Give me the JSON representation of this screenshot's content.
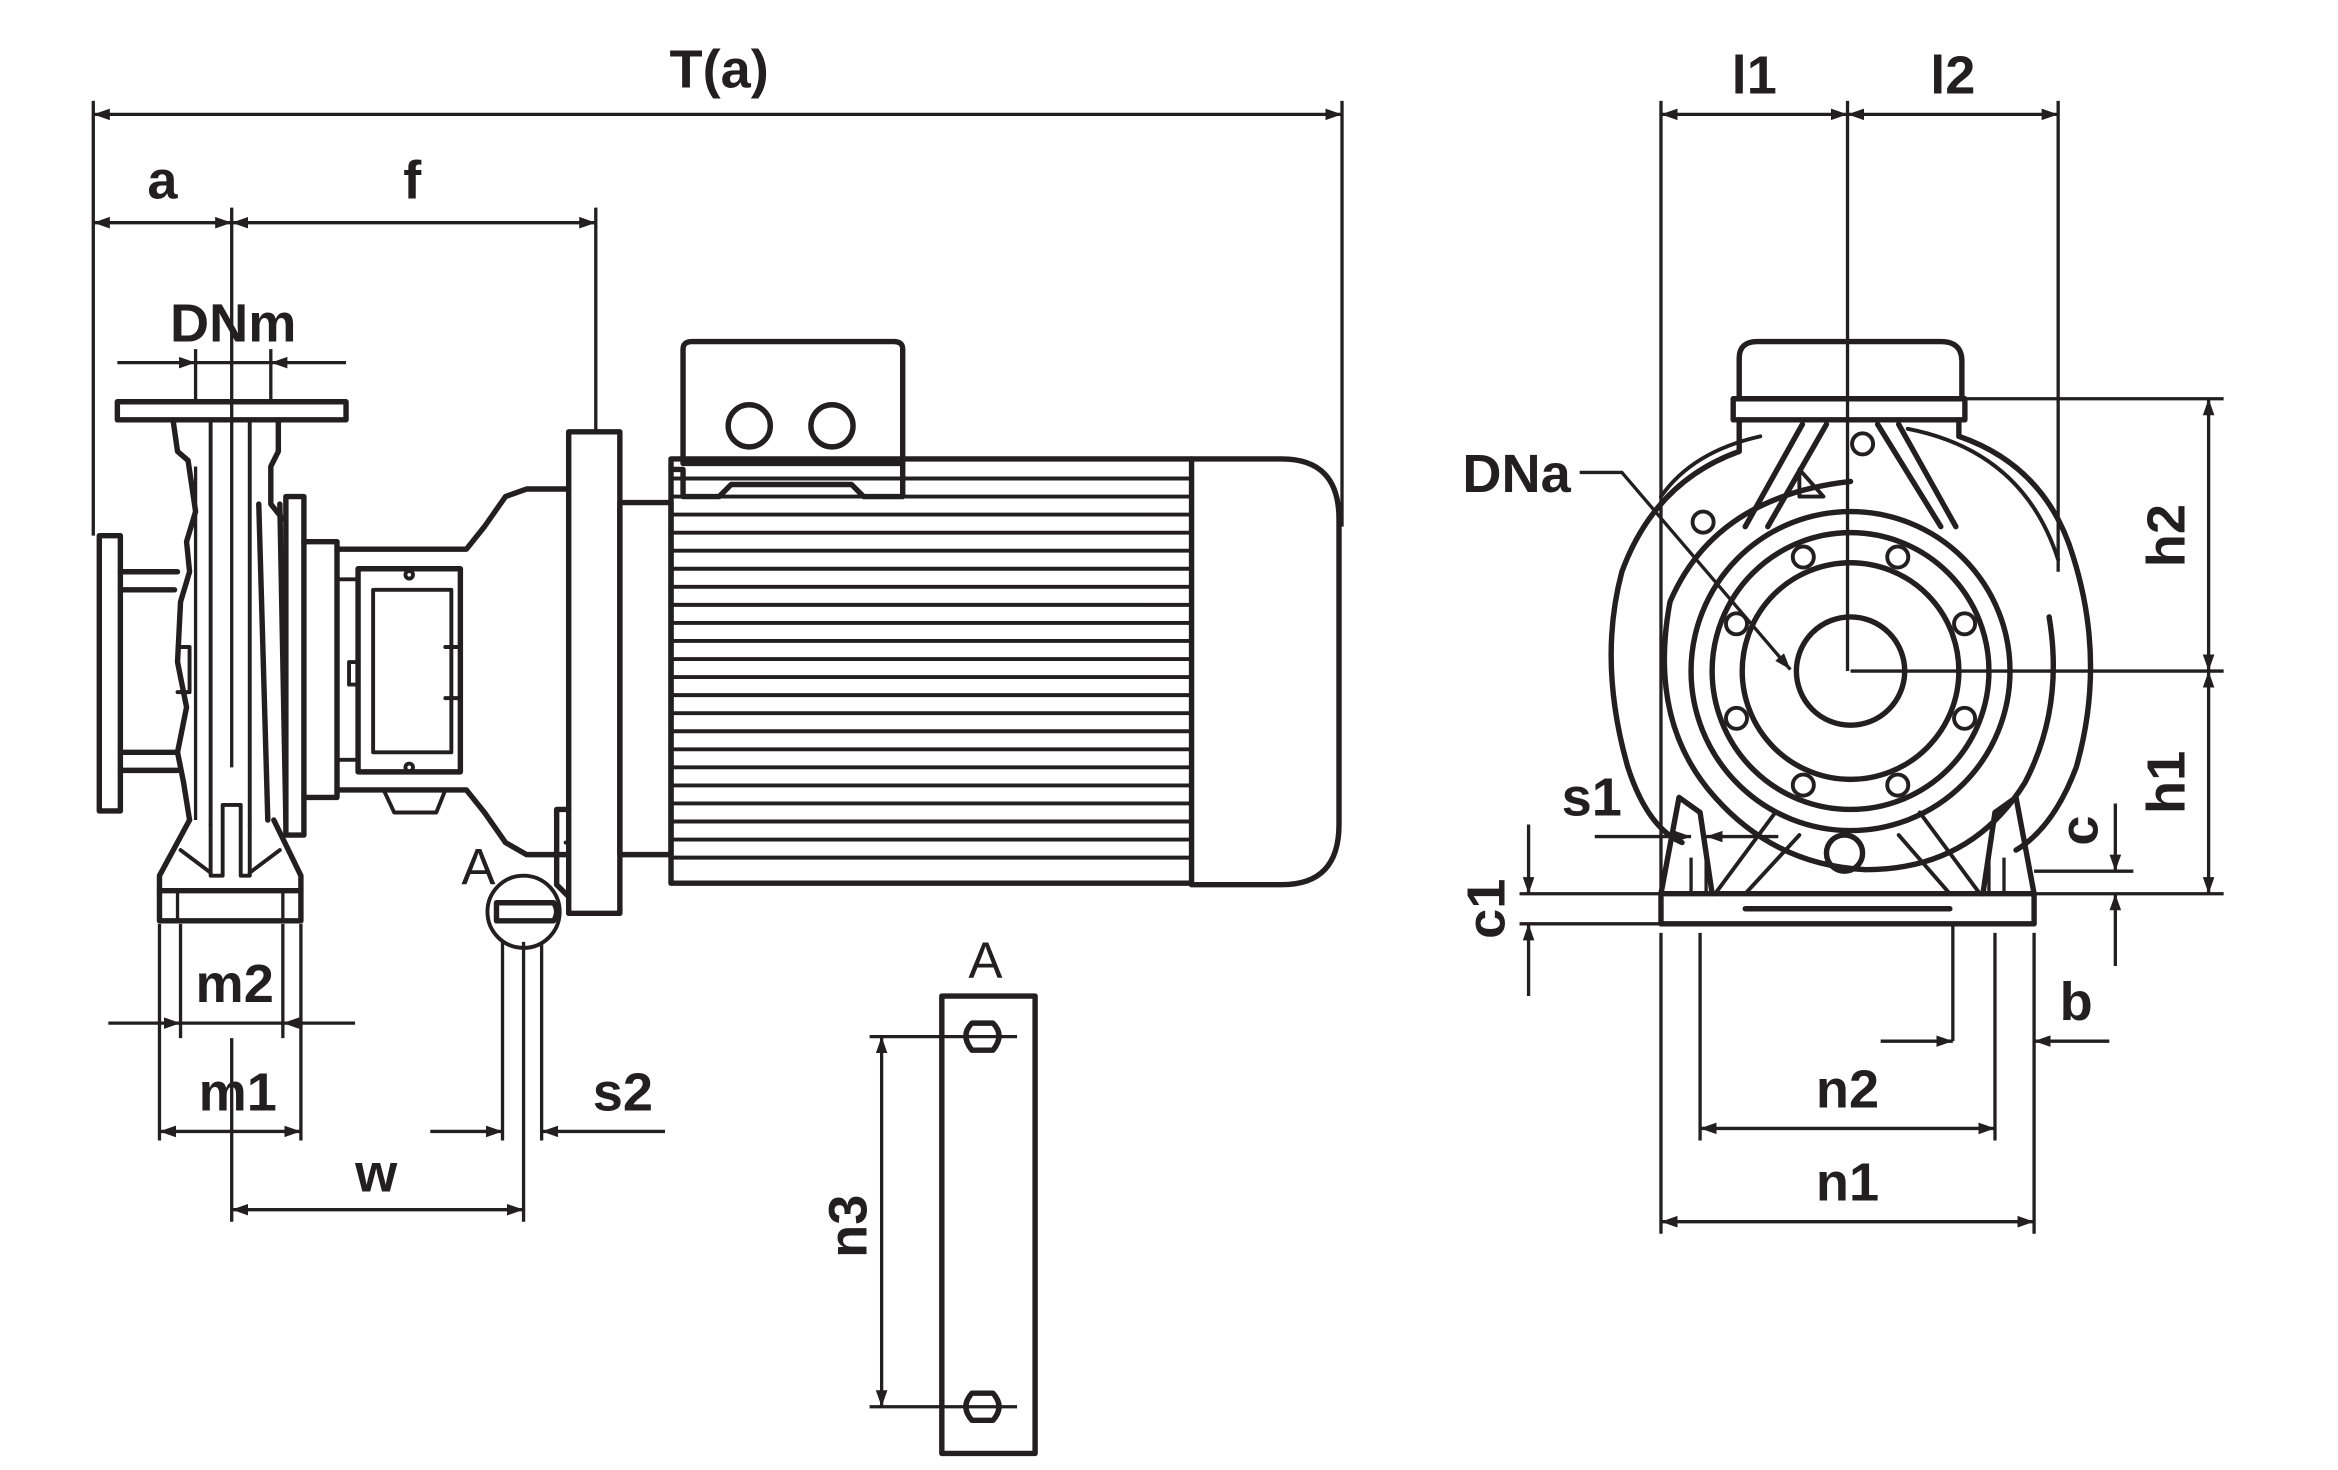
{
  "labels": {
    "total_length": "T(a)",
    "a": "a",
    "f": "f",
    "dnm": "DNm",
    "m2": "m2",
    "m1": "m1",
    "w": "w",
    "s2": "s2",
    "detail_a_marker": "A",
    "detail_a_title": "A",
    "n3": "n3",
    "l1": "l1",
    "l2": "l2",
    "dna": "DNa",
    "h2": "h2",
    "h1": "h1",
    "s1": "s1",
    "c": "c",
    "c1": "c1",
    "b": "b",
    "n2": "n2",
    "n1": "n1"
  },
  "colors": {
    "line": "#231f20",
    "background": "#ffffff"
  }
}
